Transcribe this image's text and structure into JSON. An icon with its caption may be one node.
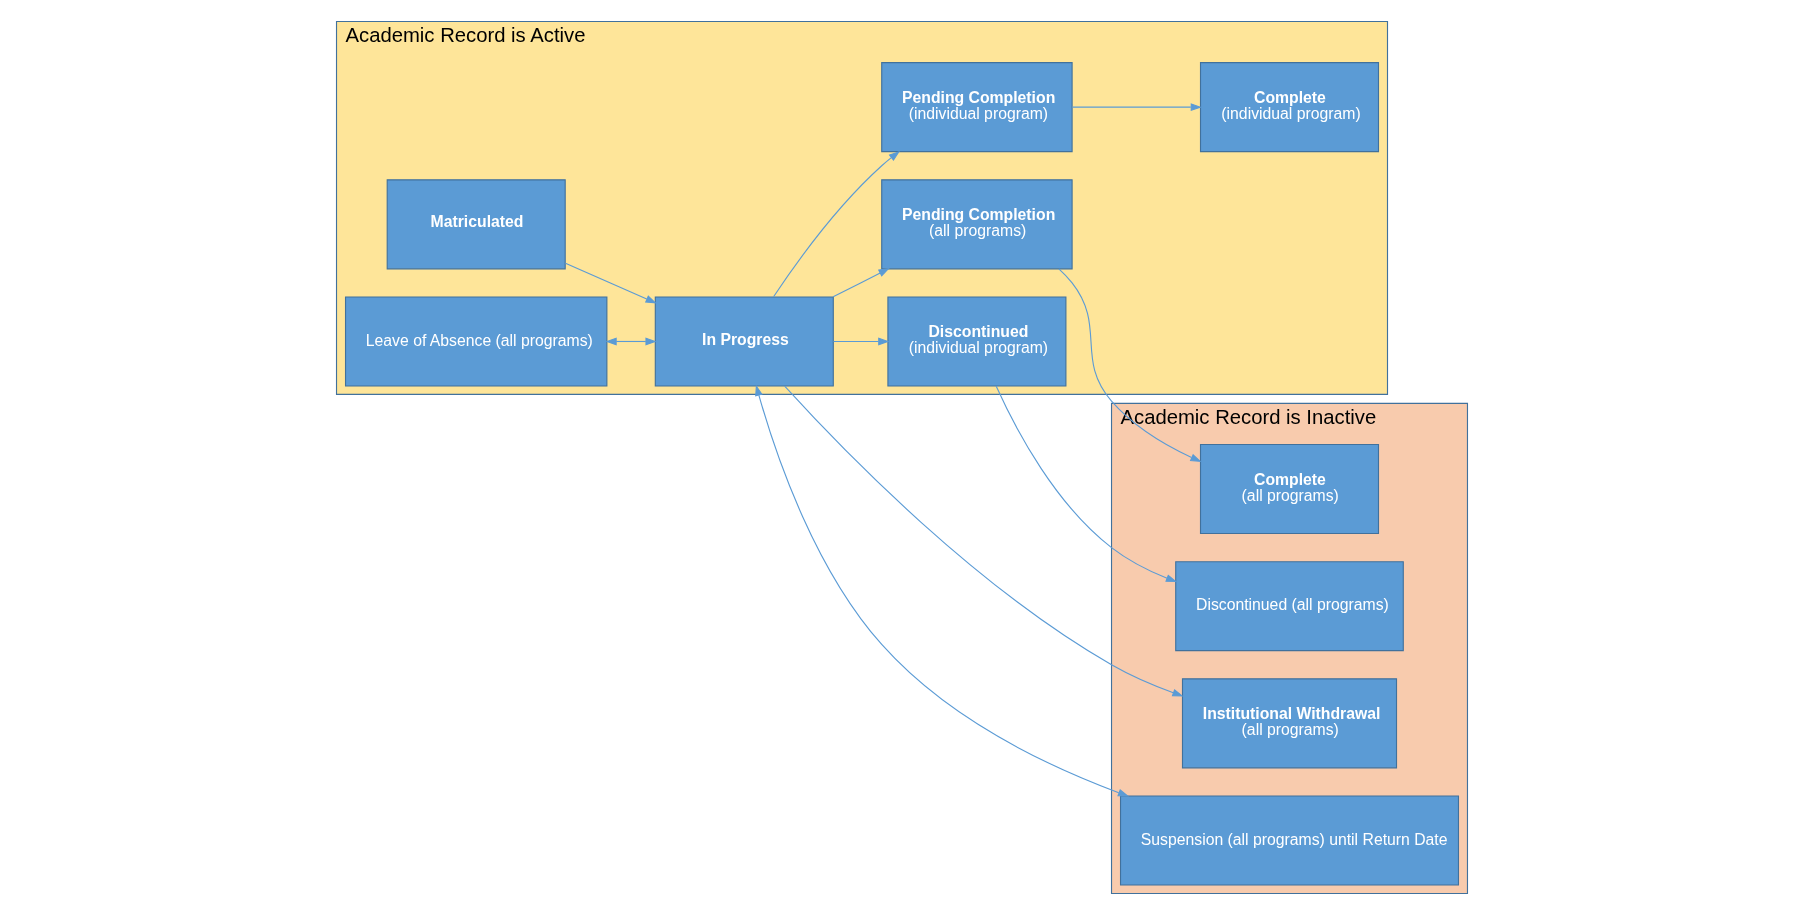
{
  "diagram": {
    "nodes": [
      {
        "text": [
          "Academic Record is Active"
        ]
      },
      {
        "text": [
          "Discontinued",
          "(individual program)"
        ],
        "in": 0
      },
      {
        "text": [
          "Pending Completion",
          "(individual program)"
        ],
        "in": 0
      },
      {
        "text": [
          "Complete",
          "(individual program)"
        ],
        "in": 0
      },
      {
        "text": [
          "Matriculated"
        ],
        "in": 0
      },
      {
        "text": [
          "In Progress"
        ],
        "in": 0
      },
      {
        "text": [
          "Pending Completion",
          "(all programs)"
        ],
        "in": 0
      },
      {
        "text": [
          "Leave of Absence (all programs)"
        ],
        "in": 0
      },
      {
        "text": [
          "Academic Record is Inactive"
        ]
      },
      {
        "text": [
          "Discontinued (all programs)"
        ],
        "in": 8
      },
      {
        "text": [
          "Complete",
          "(all programs)"
        ],
        "in": 8
      },
      {
        "text": [
          "Institutional Withdrawal",
          "(all programs)"
        ],
        "in": 8
      },
      {
        "text": [
          "Suspension (all programs) until Return Date"
        ],
        "in": 8
      }
    ],
    "edges": [
      {
        "from": 4,
        "to": 5,
        "arrow": "to"
      },
      {
        "from": 5,
        "to": 1,
        "arrow": "to"
      },
      {
        "from": 1,
        "to": 9,
        "arrow": "to"
      },
      {
        "from": 5,
        "to": 2,
        "arrow": "to"
      },
      {
        "from": 5,
        "to": 6,
        "arrow": "to"
      },
      {
        "from": 2,
        "to": 3,
        "arrow": "to"
      },
      {
        "from": 6,
        "to": 10,
        "arrow": "to"
      },
      {
        "from": 5,
        "to": 11,
        "arrow": "to"
      },
      {
        "from": 7,
        "to": 5,
        "arrow": "both"
      },
      {
        "from": 12,
        "to": 5,
        "arrow": "both"
      }
    ]
  }
}
